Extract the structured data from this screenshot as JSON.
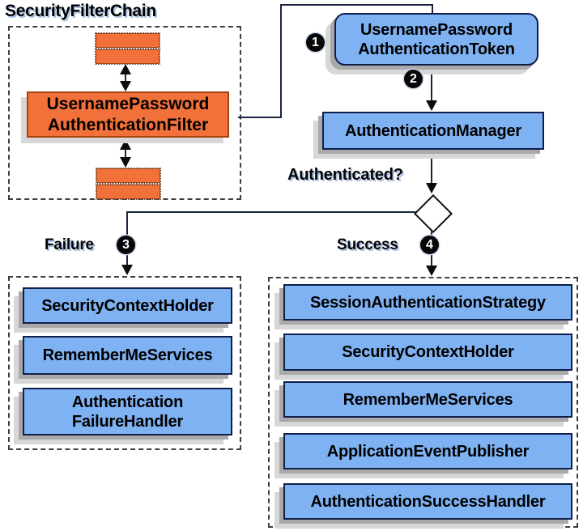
{
  "colors": {
    "orange": "#f2703a",
    "orange_border": "#a84310",
    "blue": "#7fb2f2",
    "blue_border": "#101f4a",
    "line": "#1b2440",
    "shadow_near": "#a9a9a9",
    "shadow_far": "#d7d7d7",
    "dash": "#3f3f3f",
    "label_shadow": "#aabfe2",
    "diamond_fill": "#ffffff"
  },
  "title": "SecurityFilterChain",
  "filter_chain": {
    "filter_line1": "UsernamePassword",
    "filter_line2": "AuthenticationFilter"
  },
  "flow": {
    "badges": [
      "1",
      "2",
      "3",
      "4"
    ],
    "token_line1": "UsernamePassword",
    "token_line2": "AuthenticationToken",
    "manager_label": "AuthenticationManager",
    "authenticated_label": "Authenticated?",
    "failure_label": "Failure",
    "success_label": "Success"
  },
  "failure_panel": {
    "items": [
      {
        "label": "SecurityContextHolder"
      },
      {
        "label": "RememberMeServices"
      },
      {
        "label_line1": "Authentication",
        "label_line2": "FailureHandler"
      }
    ]
  },
  "success_panel": {
    "items": [
      {
        "label": "SessionAuthenticationStrategy"
      },
      {
        "label": "SecurityContextHolder"
      },
      {
        "label": "RememberMeServices"
      },
      {
        "label": "ApplicationEventPublisher"
      },
      {
        "label": "AuthenticationSuccessHandler"
      }
    ]
  }
}
